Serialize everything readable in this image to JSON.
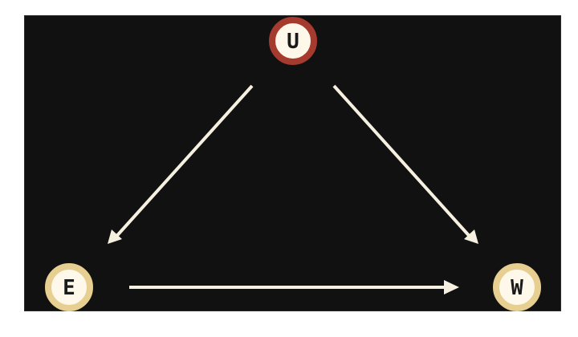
{
  "diagram": {
    "type": "directed-graph",
    "background": "#111112",
    "edge_color": "#f5f0e0",
    "nodes": [
      {
        "id": "U",
        "label": "U",
        "fill": "#fdf8ea",
        "ring": "#a53a2e"
      },
      {
        "id": "E",
        "label": "E",
        "fill": "#fdf8ea",
        "ring": "#e6cf90"
      },
      {
        "id": "W",
        "label": "W",
        "fill": "#fdf8ea",
        "ring": "#e6cf90"
      }
    ],
    "edges": [
      {
        "from": "U",
        "to": "E"
      },
      {
        "from": "U",
        "to": "W"
      },
      {
        "from": "E",
        "to": "W"
      }
    ]
  }
}
